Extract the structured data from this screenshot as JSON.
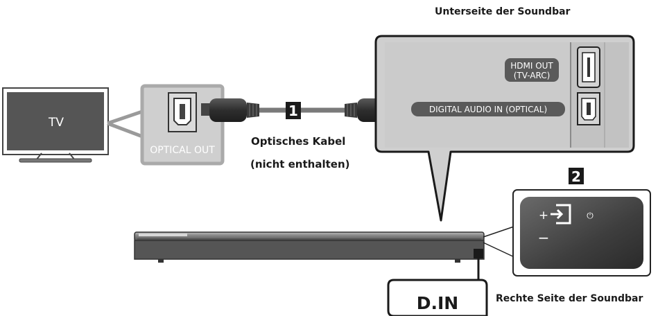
{
  "labels": {
    "underside_title": "Unterseite der Soundbar",
    "tv": "TV",
    "optical_out": "OPTICAL OUT",
    "step1": "1",
    "step2": "2",
    "cable_line1": "Optisches Kabel",
    "cable_line2": "(nicht enthalten)",
    "hdmi_out_line1": "HDMI OUT",
    "hdmi_out_line2": "(TV-ARC)",
    "digital_audio_in": "DIGITAL AUDIO IN (OPTICAL)",
    "right_side_title": "Rechte Seite der Soundbar",
    "d_in": "D.IN",
    "plus": "+",
    "minus": "−",
    "power_glyph": "⏻"
  },
  "colors": {
    "panel_gray": "#cfcfcf",
    "dark_gray": "#555555",
    "badge_black": "#1a1a1a",
    "cable_gray": "#7a7a7a",
    "pill_fill": "#5a5a5a"
  }
}
